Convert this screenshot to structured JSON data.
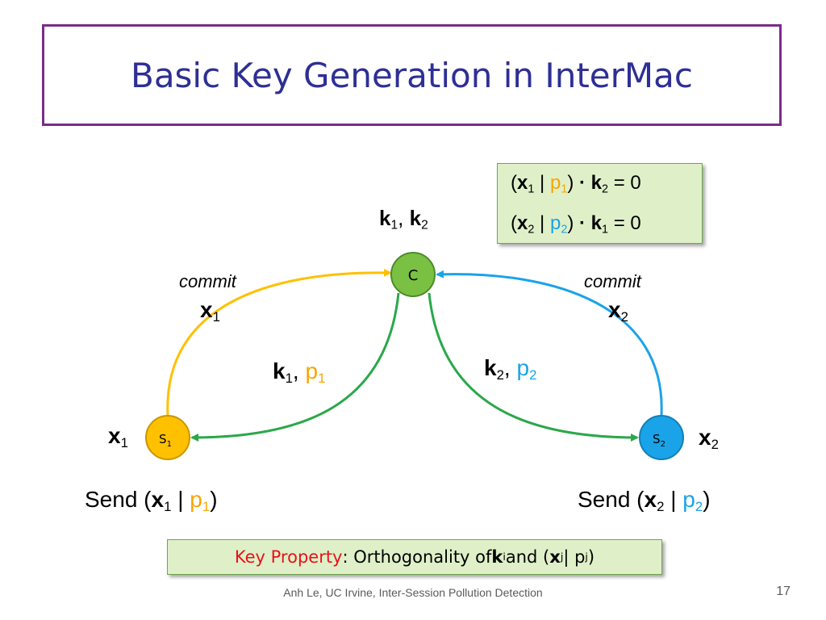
{
  "title": "Basic Key Generation in InterMac",
  "equations": [
    {
      "open": "(",
      "x": "x",
      "xsub": "1",
      "bar": " | ",
      "p": "p",
      "psub": "1",
      "close": ")",
      "dot": " · ",
      "k": "k",
      "ksub": "2",
      "rhs": " = 0"
    },
    {
      "open": "(",
      "x": "x",
      "xsub": "2",
      "bar": " | ",
      "p": "p",
      "psub": "2",
      "close": ")",
      "dot": " · ",
      "k": "k",
      "ksub": "1",
      "rhs": " = 0"
    }
  ],
  "nodes": {
    "controller": {
      "label": "C",
      "color": "#7ac143"
    },
    "source1": {
      "label": "S",
      "sub": "1",
      "color": "#ffc000"
    },
    "source2": {
      "label": "S",
      "sub": "2",
      "color": "#1aa3e8"
    }
  },
  "labels": {
    "controller_keys": {
      "k1": "k",
      "k1sub": "1",
      "sep": ", ",
      "k2": "k",
      "k2sub": "2"
    },
    "commit_left": "commit",
    "commit_right": "commit",
    "x1_arc": {
      "x": "x",
      "sub": "1"
    },
    "x2_arc": {
      "x": "x",
      "sub": "2"
    },
    "k1p1": {
      "k": "k",
      "ksub": "1",
      "sep": ", ",
      "p": "p",
      "psub": "1"
    },
    "k2p2": {
      "k": "k",
      "ksub": "2",
      "sep": ", ",
      "p": "p",
      "psub": "2"
    },
    "x1_node": {
      "x": "x",
      "sub": "1"
    },
    "x2_node": {
      "x": "x",
      "sub": "2"
    },
    "send1": {
      "prefix": "Send (",
      "x": "x",
      "xsub": "1",
      "bar": " | ",
      "p": "p",
      "psub": "1",
      "close": ")"
    },
    "send2": {
      "prefix": "Send (",
      "x": "x",
      "xsub": "2",
      "bar": " | ",
      "p": "p",
      "psub": "2",
      "close": ")"
    }
  },
  "key_property": {
    "label": "Key Property",
    "text": ": Orthogonality of ",
    "k": "k",
    "ksub": "i",
    "and": " and (",
    "x": "x",
    "xsub": "j",
    "bar": " | p",
    "psub": "j",
    "close": ")"
  },
  "footer": "Anh Le,  UC Irvine, Inter-Session Pollution Detection",
  "page_number": "17",
  "colors": {
    "orange": "#ffc000",
    "blue": "#1aa3e8",
    "green": "#2aa84a",
    "title": "#2e2f94",
    "frame": "#7b2b8a",
    "highlight_red": "#e8121b"
  }
}
